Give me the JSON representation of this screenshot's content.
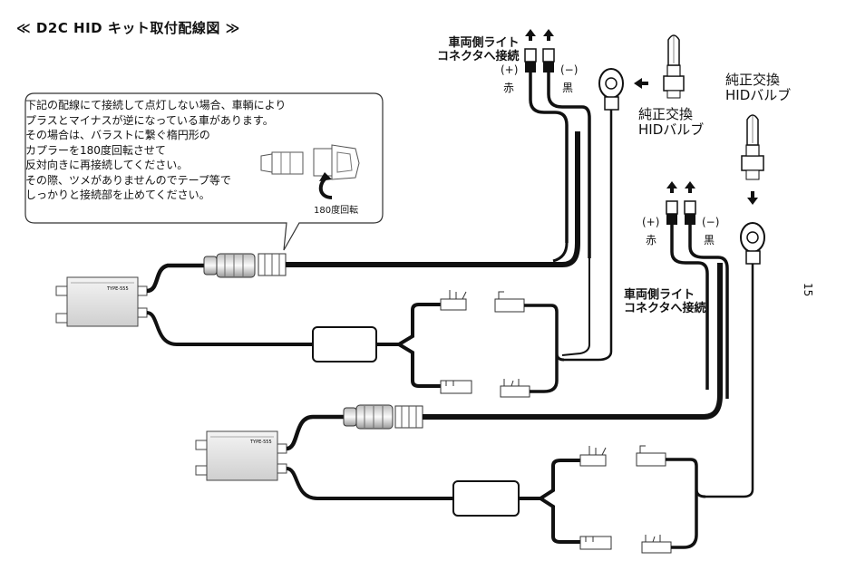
{
  "title": "≪ D2C HID キット取付配線図 ≫",
  "note_lines": [
    "下記の配線にて接続して点灯しない場合、車輌により",
    "プラスとマイナスが逆になっている車があります。",
    "その場合は、バラストに繋ぐ楕円形の",
    "カプラーを180度回転させて",
    "反対向きに再接続してください。",
    "その際、ツメがありませんのでテープ等で",
    "しっかりと接続部を止めてください。"
  ],
  "rotate_label": "180度回転",
  "vehicle_connector": [
    "車両側ライト",
    "コネクタへ接続"
  ],
  "plus": "(+)",
  "minus": "(−)",
  "red": "赤",
  "black": "黒",
  "stock_bulb": [
    "純正交換",
    "HIDバルブ"
  ],
  "ballast_type": "TYPE-555",
  "page_number": "15"
}
